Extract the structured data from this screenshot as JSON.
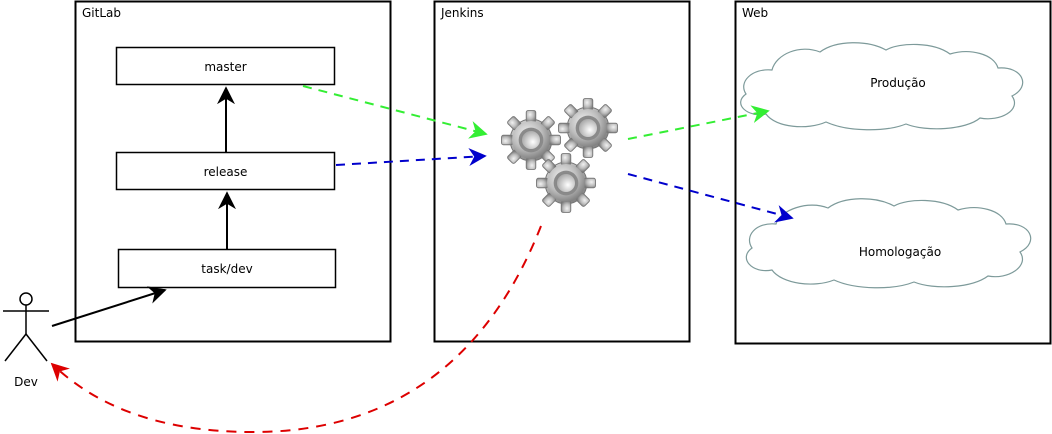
{
  "containers": {
    "gitlab": "GitLab",
    "jenkins": "Jenkins",
    "web": "Web"
  },
  "branches": {
    "master": "master",
    "release": "release",
    "task": "task/dev"
  },
  "environments": {
    "production": "Produção",
    "staging": "Homologação"
  },
  "actor": {
    "label": "Dev"
  },
  "colors": {
    "production_flow": "#33ee33",
    "staging_flow": "#0000cc",
    "feedback_flow": "#dd0000",
    "cloud_stroke": "#7d9a9a",
    "gear": "gear-icon"
  }
}
